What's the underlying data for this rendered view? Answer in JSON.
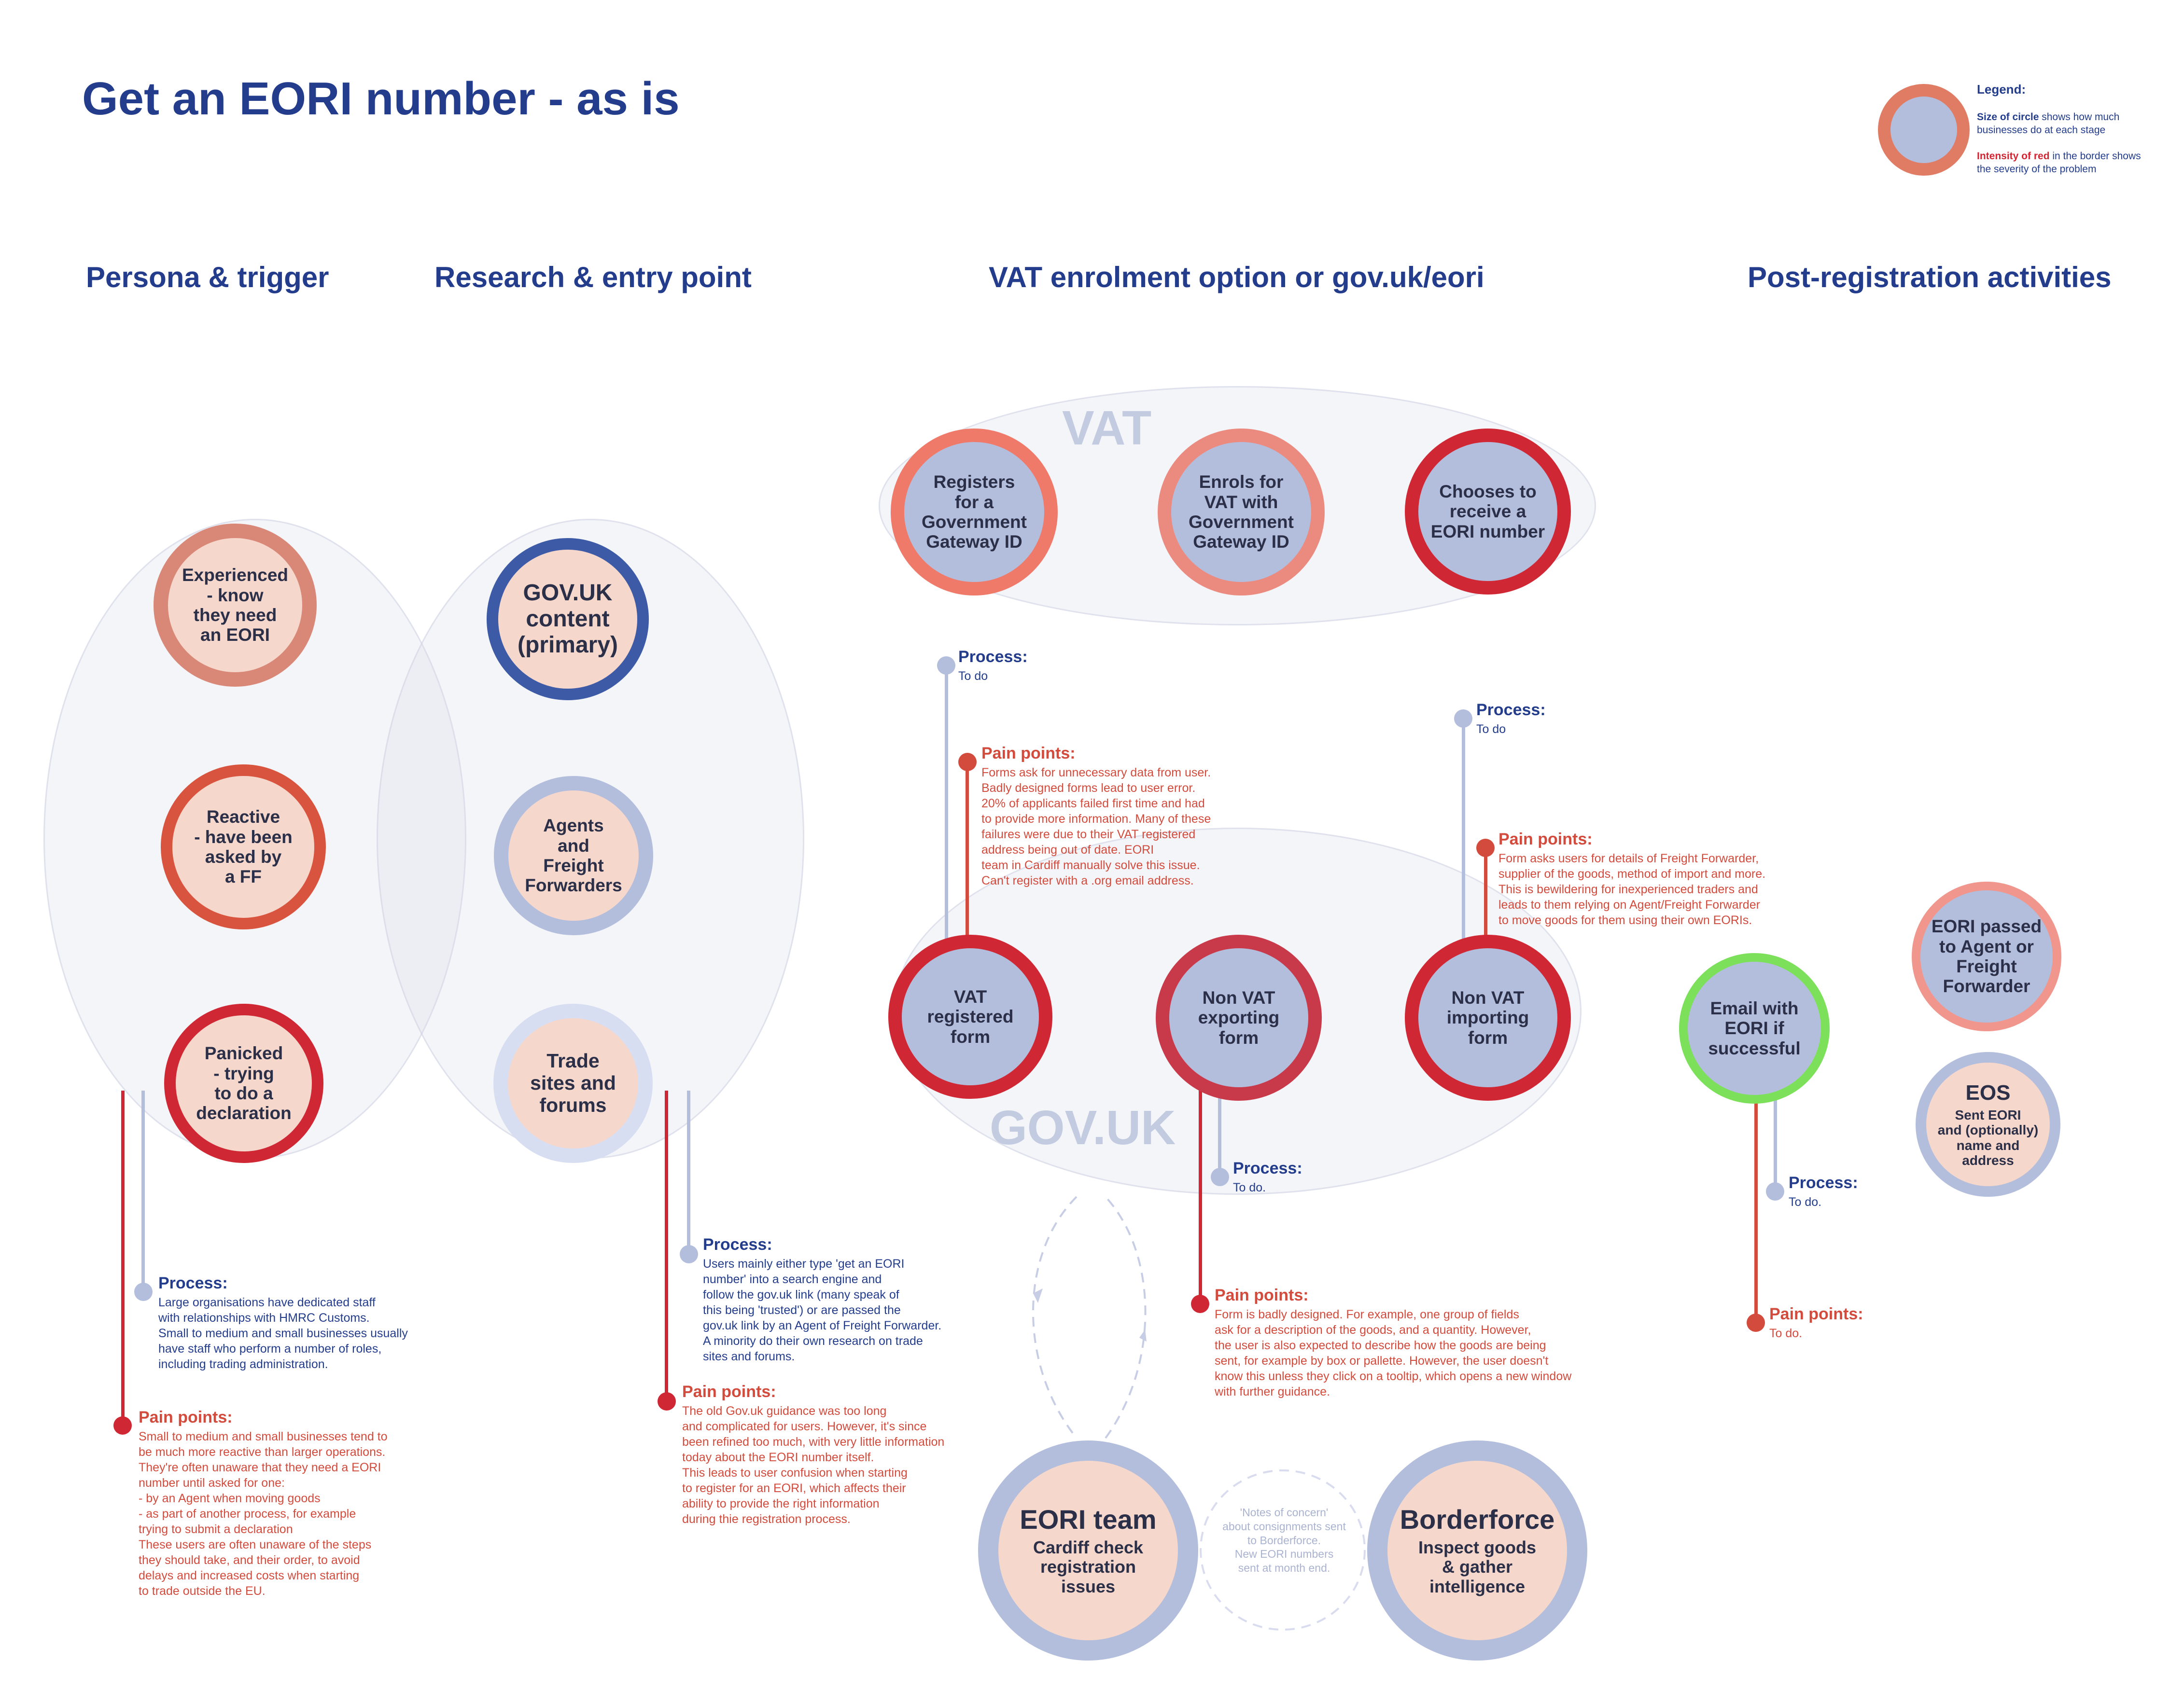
{
  "title": "Get an EORI number - as is",
  "legend": {
    "title": "Legend:",
    "size_bold": "Size of circle",
    "size_rest": " shows how much businesses do at each stage",
    "intensity_bold": "Intensity of red",
    "intensity_rest": " in the border shows the severity of the problem"
  },
  "columns": [
    "Persona & trigger",
    "Research & entry point",
    "VAT enrolment option or gov.uk/eori",
    "Post-registration activities"
  ],
  "groups": {
    "vat": "VAT",
    "govuk": "GOV.UK"
  },
  "personas": [
    {
      "label": "Experienced\n- know\nthey need\nan EORI"
    },
    {
      "label": "Reactive\n- have been\nasked by\na FF"
    },
    {
      "label": "Panicked\n- trying\nto do a\ndeclaration"
    }
  ],
  "research": [
    {
      "label": "GOV.UK\ncontent\n(primary)"
    },
    {
      "label": "Agents\nand\nFreight\nForwarders"
    },
    {
      "label": "Trade\nsites and\nforums"
    }
  ],
  "vat_steps": [
    {
      "label": "Registers\nfor a\nGovernment\nGateway ID"
    },
    {
      "label": "Enrols for\nVAT with\nGovernment\nGateway ID"
    },
    {
      "label": "Chooses to\nreceive a\nEORI number"
    }
  ],
  "forms": [
    {
      "label": "VAT\nregistered\nform"
    },
    {
      "label": "Non VAT\nexporting\nform"
    },
    {
      "label": "Non VAT\nimporting\nform"
    }
  ],
  "post": [
    {
      "label": "Email with\nEORI if\nsuccessful"
    },
    {
      "label": "EORI passed\nto Agent or\nFreight\nForwarder"
    },
    {
      "title": "EOS",
      "label": "Sent EORI\nand (optionally)\nname and\naddress"
    }
  ],
  "teams": [
    {
      "title": "EORI team",
      "label": "Cardiff check\nregistration\nissues"
    },
    {
      "title": "Borderforce",
      "label": "Inspect goods\n& gather\nintelligence"
    }
  ],
  "teams_note": "'Notes of concern'\nabout consignments sent\nto Borderforce.\nNew EORI numbers\nsent at month end.",
  "notes": {
    "persona_process": {
      "h": "Process:",
      "b": "Large organisations have dedicated staff\nwith relationships with HMRC Customs.\nSmall to medium and small businesses usually\nhave staff who perform a number of roles,\nincluding trading administration."
    },
    "persona_pain": {
      "h": "Pain points:",
      "b": "Small to medium and small businesses tend to\nbe much more reactive than larger operations.\nThey're often unaware that they need a EORI\nnumber until asked for one:\n     - by an Agent when moving goods\n     - as part of another process, for example\ntrying to submit a declaration\nThese users are often unaware of the steps\nthey should take, and their order, to avoid\ndelays and increased costs when starting\nto trade outside the EU."
    },
    "research_process": {
      "h": "Process:",
      "b": "Users mainly either type 'get an EORI\nnumber' into a search engine and\nfollow the gov.uk link (many speak of\nthis being 'trusted') or are passed the\ngov.uk link by an Agent of Freight Forwarder.\nA minority do their own research on trade\nsites and forums."
    },
    "research_pain": {
      "h": "Pain points:",
      "b": "The old Gov.uk guidance was too long\nand complicated for users. However, it's since\nbeen refined too much, with very little information\ntoday about the EORI number itself.\nThis leads to user confusion when starting\nto register for an EORI, which affects their\nability to provide the right information\nduring thie registration process."
    },
    "vat_process": {
      "h": "Process:",
      "b": "To do"
    },
    "vat_pain": {
      "h": "Pain points:",
      "b": "Forms ask for unnecessary data from user.\nBadly designed forms lead to user error.\n20% of applicants failed first time and had\nto provide more information. Many of these\nfailures were due to their VAT registered\naddress being out of date. EORI\nteam in Cardiff manually solve this issue.\nCan't register with a .org email address."
    },
    "import_process": {
      "h": "Process:",
      "b": "To do"
    },
    "import_pain": {
      "h": "Pain points:",
      "b": "Form asks users for details of Freight Forwarder,\nsupplier of the goods, method of import and more.\nThis is bewildering for inexperienced traders and\nleads to them relying on Agent/Freight Forwarder\nto move goods for them using their own EORIs."
    },
    "export_process": {
      "h": "Process:",
      "b": "To do."
    },
    "export_pain": {
      "h": "Pain points:",
      "b": "Form is badly designed. For example, one group of fields\nask for a description of the goods, and a quantity. However,\nthe user is also expected to describe how the goods are being\nsent, for example by box or pallette. However, the user doesn't\nknow this unless they click on a tooltip, which opens a new window\nwith further guidance."
    },
    "post_process": {
      "h": "Process:",
      "b": "To do."
    },
    "post_pain": {
      "h": "Pain points:",
      "b": "To do."
    }
  },
  "colors": {
    "navy": "#233d8c",
    "red": "#d02734",
    "pink": "#f5d7cb",
    "lavender": "#b3bedd",
    "green": "#7de05a"
  }
}
